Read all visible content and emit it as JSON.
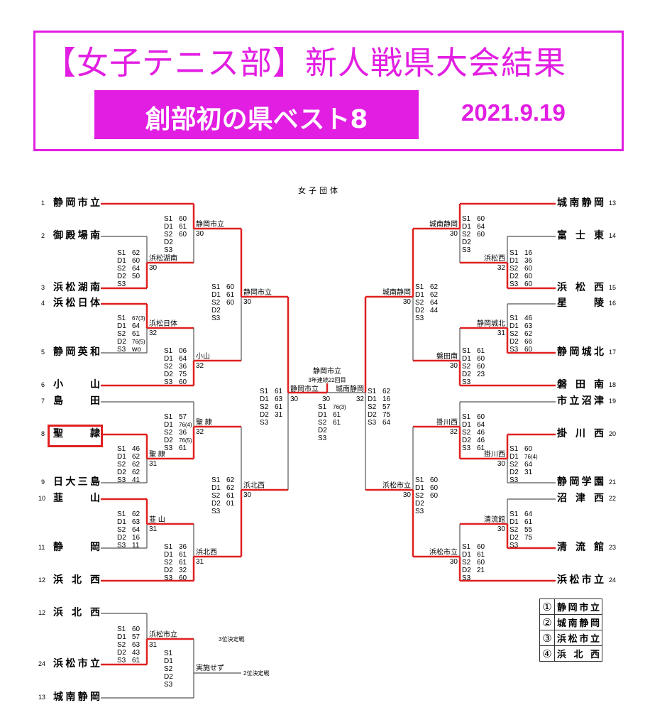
{
  "header": {
    "title": "【女子テニス部】新人戦県大会結果",
    "subtitle": "創部初の県ベスト8",
    "date": "2021.9.19"
  },
  "colors": {
    "accent": "#e21ee2",
    "win_line": "#e02020",
    "line": "#555555"
  },
  "section_title": "女子団体",
  "teams_left": [
    {
      "num": "1",
      "name": "静岡市立"
    },
    {
      "num": "2",
      "name": "御殿場南"
    },
    {
      "num": "3",
      "name": "浜松湖南"
    },
    {
      "num": "4",
      "name": "浜松日体"
    },
    {
      "num": "5",
      "name": "静岡英和"
    },
    {
      "num": "6",
      "name": "小山"
    },
    {
      "num": "7",
      "name": "島田"
    },
    {
      "num": "8",
      "name": "聖隷"
    },
    {
      "num": "9",
      "name": "日大三島"
    },
    {
      "num": "10",
      "name": "韮山"
    },
    {
      "num": "11",
      "name": "静岡"
    },
    {
      "num": "12",
      "name": "浜北西"
    }
  ],
  "teams_right": [
    {
      "num": "13",
      "name": "城南静岡"
    },
    {
      "num": "14",
      "name": "富士東"
    },
    {
      "num": "15",
      "name": "浜松西"
    },
    {
      "num": "16",
      "name": "星陵"
    },
    {
      "num": "17",
      "name": "静岡城北"
    },
    {
      "num": "18",
      "name": "磐田南"
    },
    {
      "num": "19",
      "name": "市立沼津"
    },
    {
      "num": "20",
      "name": "掛川西"
    },
    {
      "num": "21",
      "name": "静岡学園"
    },
    {
      "num": "22",
      "name": "沼津西"
    },
    {
      "num": "23",
      "name": "清流館"
    },
    {
      "num": "24",
      "name": "浜松市立"
    }
  ],
  "matches": {
    "L1a": {
      "winner": "浜松湖南",
      "score": "30",
      "sets": [
        [
          "S1",
          "62"
        ],
        [
          "D1",
          "60"
        ],
        [
          "S2",
          "64"
        ],
        [
          "D2",
          "50"
        ],
        [
          "S3",
          ""
        ]
      ]
    },
    "L2a": {
      "winner": "静岡市立",
      "score": "30",
      "sets": [
        [
          "S1",
          "60"
        ],
        [
          "D1",
          "61"
        ],
        [
          "S2",
          "60"
        ],
        [
          "D2",
          ""
        ],
        [
          "S3",
          ""
        ]
      ]
    },
    "L1b": {
      "winner": "浜松日体",
      "score": "32",
      "sets": [
        [
          "S1",
          "67(3)"
        ],
        [
          "D1",
          "64"
        ],
        [
          "S2",
          "61"
        ],
        [
          "D2",
          "76(5)"
        ],
        [
          "S3",
          "wo"
        ]
      ]
    },
    "L2b": {
      "winner": "小山",
      "score": "32",
      "sets": [
        [
          "S1",
          "06"
        ],
        [
          "D1",
          "64"
        ],
        [
          "S2",
          "36"
        ],
        [
          "D2",
          "75"
        ],
        [
          "S3",
          "60"
        ]
      ]
    },
    "L3a": {
      "winner": "静岡市立",
      "score": "30",
      "sets": [
        [
          "S1",
          "60"
        ],
        [
          "D1",
          "61"
        ],
        [
          "S2",
          "60"
        ],
        [
          "D2",
          ""
        ],
        [
          "S3",
          ""
        ]
      ]
    },
    "L1c": {
      "winner": "聖 隷",
      "score": "31",
      "sets": [
        [
          "S1",
          "46"
        ],
        [
          "D1",
          "62"
        ],
        [
          "S2",
          "62"
        ],
        [
          "D2",
          "62"
        ],
        [
          "S3",
          "41"
        ]
      ]
    },
    "L2c": {
      "winner": "聖 隷",
      "score": "32",
      "sets": [
        [
          "S1",
          "57"
        ],
        [
          "D1",
          "76(4)"
        ],
        [
          "S2",
          "36"
        ],
        [
          "D2",
          "76(5)"
        ],
        [
          "S3",
          "61"
        ]
      ]
    },
    "L1d": {
      "winner": "韮 山",
      "score": "31",
      "sets": [
        [
          "S1",
          "62"
        ],
        [
          "D1",
          "63"
        ],
        [
          "S2",
          "64"
        ],
        [
          "D2",
          "16"
        ],
        [
          "S3",
          "11"
        ]
      ]
    },
    "L2d": {
      "winner": "浜北西",
      "score": "31",
      "sets": [
        [
          "S1",
          "36"
        ],
        [
          "D1",
          "61"
        ],
        [
          "S2",
          "61"
        ],
        [
          "D2",
          "32"
        ],
        [
          "S3",
          "60"
        ]
      ]
    },
    "L3b": {
      "winner": "浜北西",
      "score": "30",
      "sets": [
        [
          "S1",
          "62"
        ],
        [
          "D1",
          "62"
        ],
        [
          "S2",
          "61"
        ],
        [
          "D2",
          "01"
        ],
        [
          "S3",
          ""
        ]
      ]
    },
    "LSF": {
      "winner": "静岡市立",
      "score": "30",
      "sets": [
        [
          "S1",
          "61"
        ],
        [
          "D1",
          "63"
        ],
        [
          "S2",
          "61"
        ],
        [
          "D2",
          "31"
        ],
        [
          "S3",
          ""
        ]
      ]
    },
    "R1a": {
      "winner": "浜松西",
      "score": "32",
      "sets": [
        [
          "S1",
          "16"
        ],
        [
          "D1",
          "36"
        ],
        [
          "S2",
          "60"
        ],
        [
          "D2",
          "60"
        ],
        [
          "S3",
          "60"
        ]
      ]
    },
    "R2a": {
      "winner": "城南静岡",
      "score": "30",
      "sets": [
        [
          "S1",
          "60"
        ],
        [
          "D1",
          "64"
        ],
        [
          "S2",
          "60"
        ],
        [
          "D2",
          ""
        ],
        [
          "S3",
          ""
        ]
      ]
    },
    "R1b": {
      "winner": "静岡城北",
      "score": "31",
      "sets": [
        [
          "S1",
          "46"
        ],
        [
          "D1",
          "63"
        ],
        [
          "S2",
          "62"
        ],
        [
          "D2",
          "66"
        ],
        [
          "S3",
          "60"
        ]
      ]
    },
    "R2b": {
      "winner": "磐田南",
      "score": "30",
      "sets": [
        [
          "S1",
          "61"
        ],
        [
          "D1",
          "60"
        ],
        [
          "S2",
          "60"
        ],
        [
          "D2",
          "23"
        ],
        [
          "S3",
          ""
        ]
      ]
    },
    "R3a": {
      "winner": "城南静岡",
      "score": "30",
      "sets": [
        [
          "S1",
          "62"
        ],
        [
          "D1",
          "62"
        ],
        [
          "S2",
          "64"
        ],
        [
          "D2",
          "44"
        ],
        [
          "S3",
          ""
        ]
      ]
    },
    "R1c": {
      "winner": "掛川西",
      "score": "30",
      "sets": [
        [
          "S1",
          "60"
        ],
        [
          "D1",
          "76(4)"
        ],
        [
          "S2",
          "64"
        ],
        [
          "D2",
          "31"
        ],
        [
          "S3",
          ""
        ]
      ]
    },
    "R2c": {
      "winner": "掛川西",
      "score": "32",
      "sets": [
        [
          "S1",
          "60"
        ],
        [
          "D1",
          "64"
        ],
        [
          "S2",
          "46"
        ],
        [
          "D2",
          "46"
        ],
        [
          "S3",
          "61"
        ]
      ]
    },
    "R1d": {
      "winner": "清流館",
      "score": "30",
      "sets": [
        [
          "S1",
          "64"
        ],
        [
          "D1",
          "61"
        ],
        [
          "S2",
          "55"
        ],
        [
          "D2",
          "75"
        ],
        [
          "S3",
          ""
        ]
      ]
    },
    "R2d": {
      "winner": "浜松市立",
      "score": "30",
      "sets": [
        [
          "S1",
          "60"
        ],
        [
          "D1",
          "61"
        ],
        [
          "S2",
          "60"
        ],
        [
          "D2",
          "21"
        ],
        [
          "S3",
          ""
        ]
      ]
    },
    "R3b": {
      "winner": "浜松市立",
      "score": "30",
      "sets": [
        [
          "S1",
          "60"
        ],
        [
          "D1",
          "60"
        ],
        [
          "S2",
          "60"
        ],
        [
          "D2",
          ""
        ],
        [
          "S3",
          ""
        ]
      ]
    },
    "RSF": {
      "winner": "城南静岡",
      "score": "32",
      "sets": [
        [
          "S1",
          "62"
        ],
        [
          "D1",
          "16"
        ],
        [
          "S2",
          "57"
        ],
        [
          "D2",
          "75"
        ],
        [
          "S3",
          "64"
        ]
      ]
    },
    "FIN": {
      "winner": "静岡市立",
      "note": "3年連続22回目",
      "score": "30",
      "sets": [
        [
          "S1",
          "76(3)"
        ],
        [
          "D1",
          "61"
        ],
        [
          "S2",
          "61"
        ],
        [
          "D2",
          ""
        ],
        [
          "S3",
          ""
        ]
      ]
    }
  },
  "placement": {
    "teams": [
      {
        "num": "12",
        "name": "浜北西"
      },
      {
        "num": "24",
        "name": "浜松市立"
      },
      {
        "num": "13",
        "name": "城南静岡"
      }
    ],
    "third": {
      "title": "3位決定戦",
      "winner": "浜松市立",
      "score": "31",
      "sets": [
        [
          "S1",
          "60"
        ],
        [
          "D1",
          "57"
        ],
        [
          "S2",
          "63"
        ],
        [
          "D2",
          "43"
        ],
        [
          "S3",
          "61"
        ]
      ]
    },
    "second": {
      "title": "2位決定戦",
      "result": "実施せず",
      "sets": [
        [
          "S1",
          ""
        ],
        [
          "D1",
          ""
        ],
        [
          "S2",
          ""
        ],
        [
          "D2",
          ""
        ],
        [
          "S3",
          ""
        ]
      ]
    }
  },
  "standings": [
    {
      "rank": "①",
      "name": "静岡市立"
    },
    {
      "rank": "②",
      "name": "城南静岡"
    },
    {
      "rank": "③",
      "name": "浜松市立"
    },
    {
      "rank": "④",
      "name": "浜北西"
    }
  ]
}
